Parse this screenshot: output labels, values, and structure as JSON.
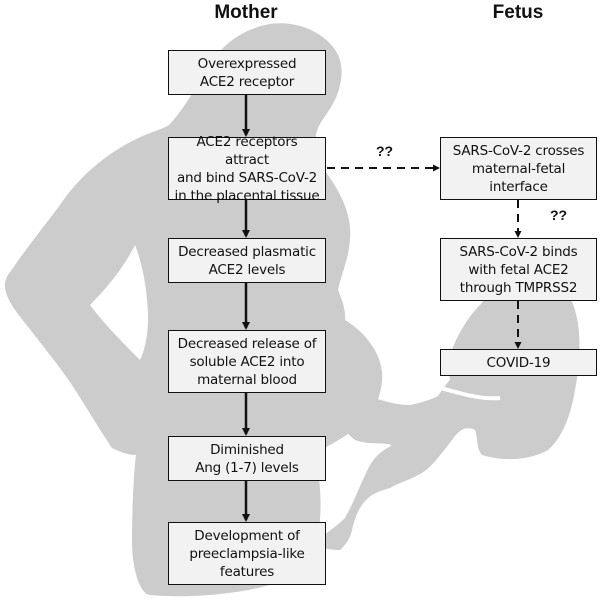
{
  "titles": {
    "mother": "Mother",
    "fetus": "Fetus"
  },
  "colors": {
    "silhouette": "#cccccc",
    "box_fill": "#f2f2f2",
    "stroke": "#111111"
  },
  "mother_boxes": [
    {
      "text": "Overexpressed\nACE2 receptor"
    },
    {
      "text": "ACE2 receptors attract\nand bind SARS-CoV-2\nin the placental tissue"
    },
    {
      "text": "Decreased plasmatic\nACE2 levels"
    },
    {
      "text": "Decreased release of\nsoluble ACE2 into\nmaternal blood"
    },
    {
      "text": "Diminished\nAng (1-7) levels"
    },
    {
      "text": "Development of\npreeclampsia-like\nfeatures"
    }
  ],
  "fetus_boxes": [
    {
      "text": "SARS-CoV-2 crosses\nmaternal-fetal\ninterface"
    },
    {
      "text": "SARS-CoV-2 binds\nwith fetal ACE2\nthrough TMPRSS2"
    },
    {
      "text": "COVID-19"
    }
  ],
  "uncertain_labels": {
    "horizontal": "??",
    "vertical": "??"
  },
  "connections": [
    {
      "from": "mother_boxes.0",
      "to": "mother_boxes.1",
      "style": "solid"
    },
    {
      "from": "mother_boxes.1",
      "to": "mother_boxes.2",
      "style": "solid"
    },
    {
      "from": "mother_boxes.2",
      "to": "mother_boxes.3",
      "style": "solid"
    },
    {
      "from": "mother_boxes.3",
      "to": "mother_boxes.4",
      "style": "solid"
    },
    {
      "from": "mother_boxes.4",
      "to": "mother_boxes.5",
      "style": "solid"
    },
    {
      "from": "mother_boxes.1",
      "to": "fetus_boxes.0",
      "style": "dashed",
      "label": "??"
    },
    {
      "from": "fetus_boxes.0",
      "to": "fetus_boxes.1",
      "style": "dashed",
      "label": "??"
    },
    {
      "from": "fetus_boxes.1",
      "to": "fetus_boxes.2",
      "style": "dashed"
    }
  ]
}
